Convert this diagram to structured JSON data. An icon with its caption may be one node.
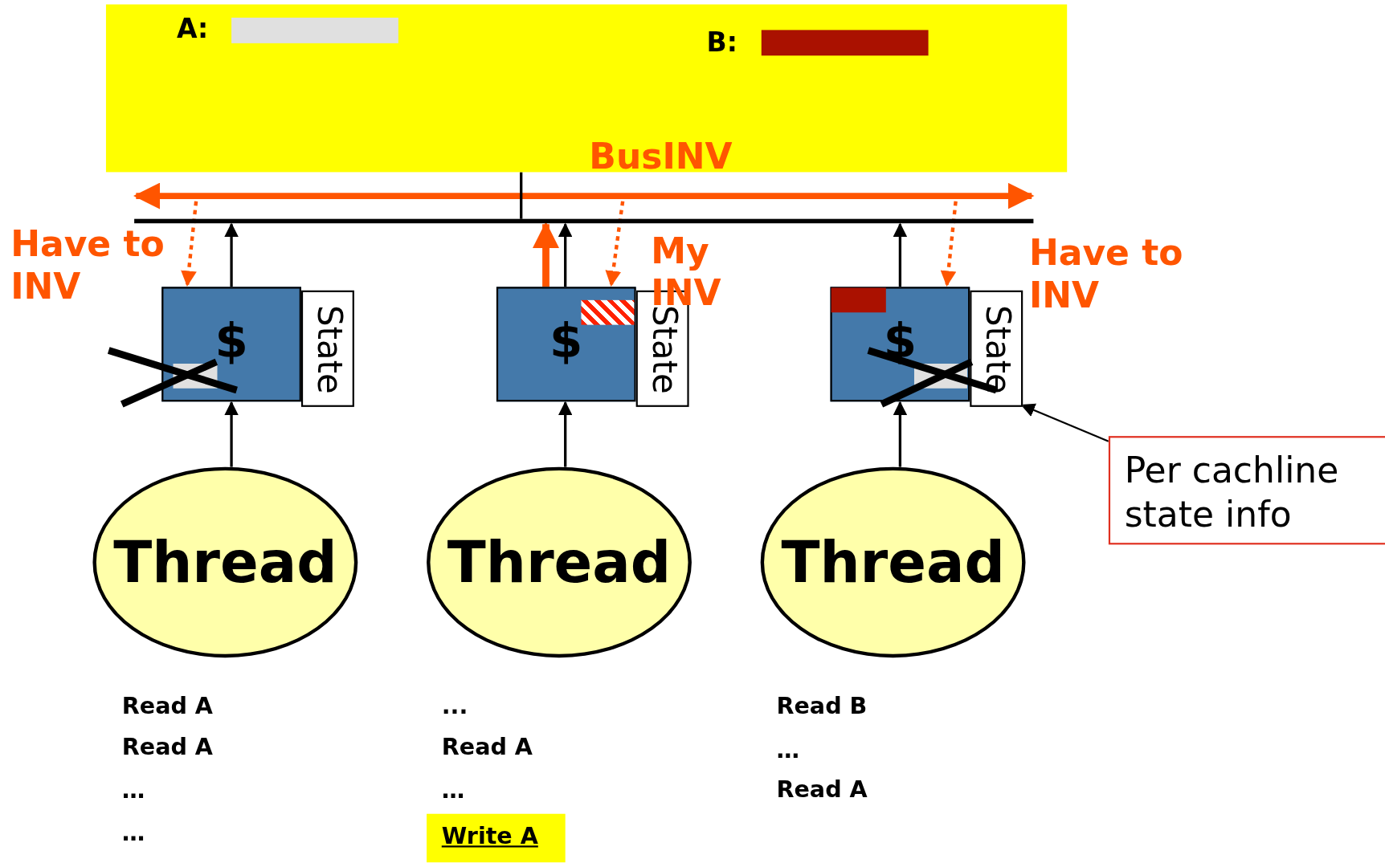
{
  "diagram": {
    "nodes": [
      {
        "text": [
          "A:",
          "B:"
        ]
      },
      {
        "text": [],
        "shape": "bar"
      },
      {
        "text": [
          "$",
          "State"
        ]
      },
      {
        "text": [
          "$",
          "State"
        ]
      },
      {
        "text": [
          "$",
          "State"
        ]
      },
      {
        "text": [
          "Thread"
        ]
      },
      {
        "text": [
          "Thread"
        ]
      },
      {
        "text": [
          "Thread"
        ]
      },
      {
        "text": [
          "Per cachline state info"
        ]
      }
    ],
    "edges": [
      {
        "from": 0,
        "to": 1,
        "arrow": "none"
      },
      {
        "from": 5,
        "to": 2,
        "arrow": "to"
      },
      {
        "from": 6,
        "to": 3,
        "arrow": "to"
      },
      {
        "from": 7,
        "to": 4,
        "arrow": "to"
      },
      {
        "from": 2,
        "to": 1,
        "arrow": "to"
      },
      {
        "from": 3,
        "to": 1,
        "arrow": "to"
      },
      {
        "from": 4,
        "to": 1,
        "arrow": "to"
      },
      {
        "from": 3,
        "to": 1,
        "arrow": "to",
        "style": "thick",
        "color": "#ff5500"
      },
      {
        "from": null,
        "to": 2,
        "arrow": "to",
        "style": "dashed",
        "color": "#ff5500"
      },
      {
        "from": null,
        "to": 3,
        "arrow": "to",
        "style": "dashed",
        "color": "#ff5500"
      },
      {
        "from": null,
        "to": 4,
        "arrow": "to",
        "style": "dashed",
        "color": "#ff5500"
      },
      {
        "from": 8,
        "to": 4,
        "arrow": "to"
      }
    ],
    "labels": [
      "BusINV",
      "Have to INV",
      "My INV",
      "Have to INV",
      "Read A",
      "Read A",
      "…",
      "…",
      "...",
      "Read A",
      "…",
      "Write A",
      "Read B",
      "…",
      "Read A"
    ]
  }
}
